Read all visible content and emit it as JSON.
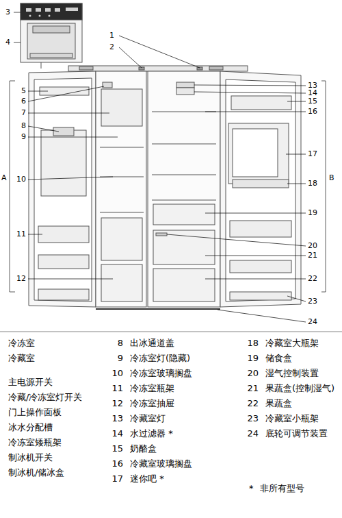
{
  "diagram": {
    "labels": [
      "3",
      "4",
      "1",
      "2",
      "5",
      "6",
      "7",
      "8",
      "9",
      "10",
      "11",
      "12",
      "A",
      "13",
      "14",
      "15",
      "16",
      "17",
      "18",
      "B",
      "19",
      "20",
      "21",
      "22",
      "23",
      "24",
      "冷冻室",
      "冷藏室",
      "主电源开关",
      "冷藏/冷冻室灯开关",
      "门上操作面板",
      "冰水分配槽",
      "冷冻室矮瓶架",
      "制冰机开关",
      "制冰机/储冰盒",
      "8",
      "出冰通道盖",
      "9",
      "冷冻室灯(隐藏)",
      "10",
      "冷冻室玻璃搁盘",
      "11",
      "冷冻室瓶架",
      "12",
      "冷冻室抽屉",
      "13",
      "冷藏室灯",
      "14",
      "水过滤器 *",
      "15",
      "奶酪盒",
      "16",
      "冷藏室玻璃搁盘",
      "17",
      "迷你吧 *",
      "18",
      "冷藏室大瓶架",
      "19",
      "储食盒",
      "20",
      "湿气控制装置",
      "21",
      "果蔬盒(控制湿气)",
      "22",
      "果蔬盒",
      "23",
      "冷藏室小瓶架",
      "24",
      "底轮可调节装置",
      "*",
      "非所有型号"
    ]
  }
}
